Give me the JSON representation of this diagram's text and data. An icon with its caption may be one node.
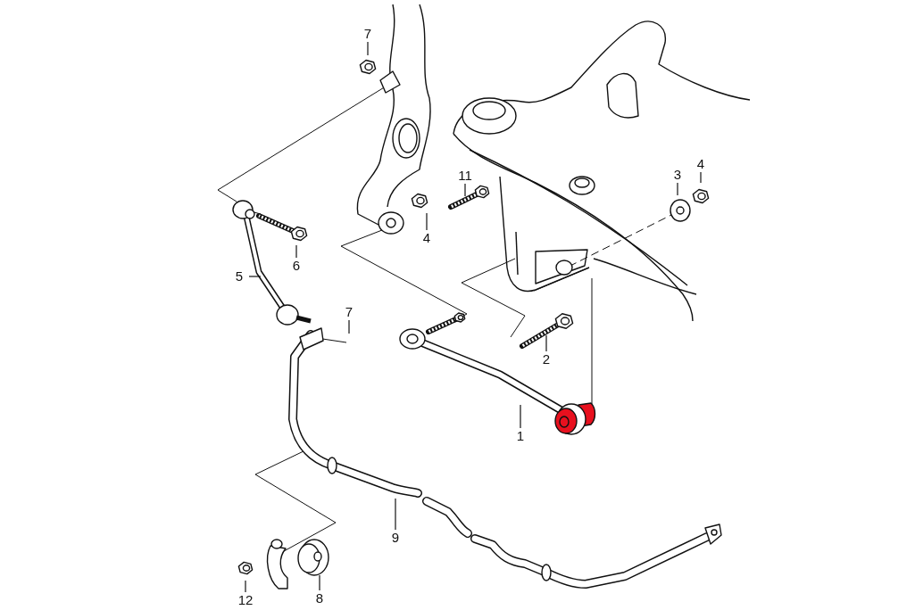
{
  "diagram": {
    "nodes": [
      {
        "text": [
          "7"
        ]
      },
      {
        "text": [
          "11"
        ]
      },
      {
        "text": [
          "3"
        ]
      },
      {
        "text": [
          "4"
        ]
      },
      {
        "text": [
          "4"
        ]
      },
      {
        "text": [
          "6"
        ]
      },
      {
        "text": [
          "5"
        ]
      },
      {
        "text": [
          "7"
        ]
      },
      {
        "text": [
          "2"
        ]
      },
      {
        "text": [
          "1"
        ]
      },
      {
        "text": [
          "9"
        ]
      },
      {
        "text": [
          "12"
        ]
      },
      {
        "text": [
          "8"
        ]
      }
    ],
    "edges": [
      {
        "from": 0,
        "to": null,
        "arrow": "none"
      },
      {
        "from": 1,
        "to": null,
        "arrow": "none"
      },
      {
        "from": 2,
        "to": null,
        "arrow": "none"
      },
      {
        "from": 3,
        "to": null,
        "arrow": "none"
      },
      {
        "from": 4,
        "to": null,
        "arrow": "none"
      },
      {
        "from": 5,
        "to": null,
        "arrow": "none"
      },
      {
        "from": 6,
        "to": null,
        "arrow": "none"
      },
      {
        "from": 7,
        "to": null,
        "arrow": "none"
      },
      {
        "from": 8,
        "to": null,
        "arrow": "none"
      },
      {
        "from": 9,
        "to": null,
        "arrow": "none"
      },
      {
        "from": 10,
        "to": null,
        "arrow": "none"
      },
      {
        "from": 11,
        "to": null,
        "arrow": "none"
      },
      {
        "from": 12,
        "to": null,
        "arrow": "none"
      }
    ]
  }
}
